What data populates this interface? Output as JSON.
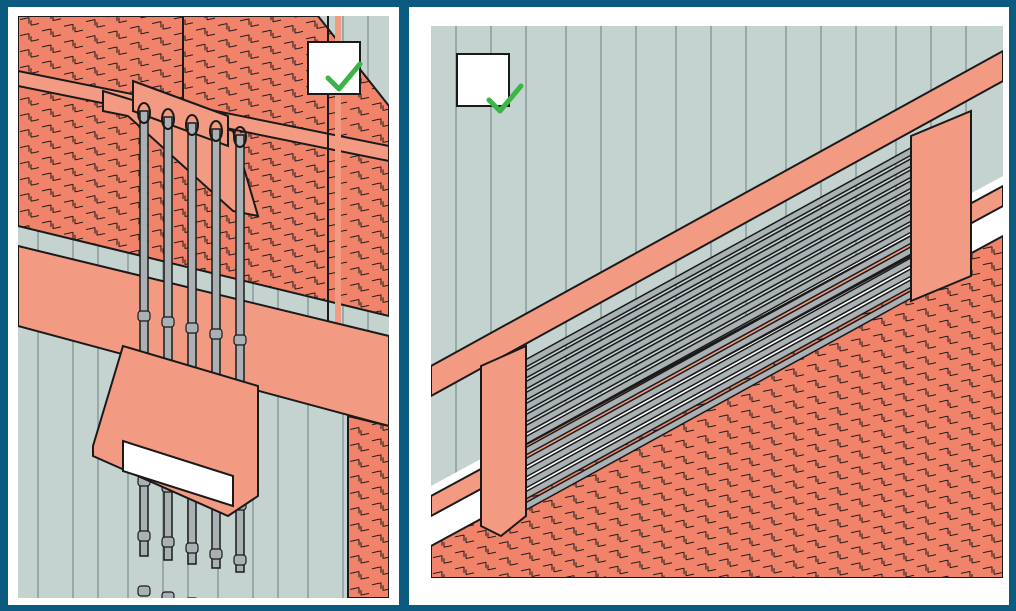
{
  "colors": {
    "frame": "#0b5a80",
    "tread_plate": "#f0836a",
    "steel": "#f39b82",
    "background_containers": "#c4d3d0",
    "container_lines": "#98a9a8",
    "rods": "#a9b1b5",
    "check": "#3bb54a",
    "ink": "#1a1a1a"
  },
  "panels": [
    {
      "id": "left",
      "content": "vertical-rod-rack",
      "status_icon": "checkmark-icon",
      "rod_count": 5
    },
    {
      "id": "right",
      "content": "horizontal-rod-rack",
      "status_icon": "checkmark-icon",
      "rod_count": 14
    }
  ]
}
